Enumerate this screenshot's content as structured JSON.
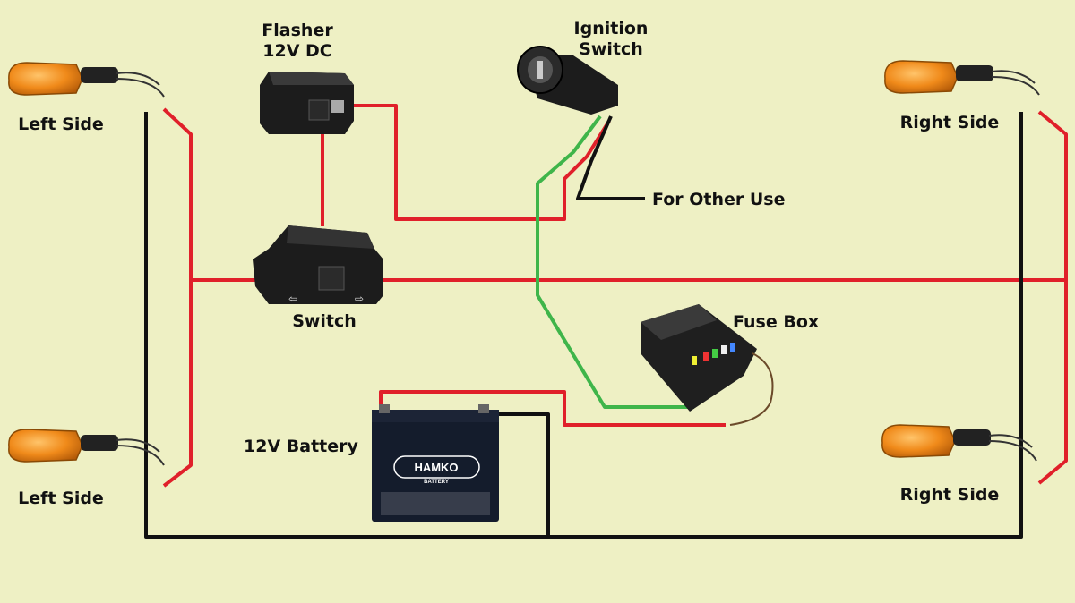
{
  "labels": {
    "flasher_line1": "Flasher",
    "flasher_line2": "12V DC",
    "ignition_line1": "Ignition",
    "ignition_line2": "Switch",
    "for_other_use": "For Other Use",
    "switch": "Switch",
    "fuse_box": "Fuse Box",
    "battery": "12V Battery",
    "left_top": "Left Side",
    "left_bottom": "Left Side",
    "right_top": "Right Side",
    "right_bottom": "Right Side"
  },
  "battery_brand": {
    "brand": "HAMKO",
    "sub": "BATTERY"
  },
  "colors": {
    "background": "#eef0c4",
    "wire_red": "#e0202a",
    "wire_black": "#111111",
    "wire_green": "#3fb54a",
    "indicator_lens": "#f08a1a",
    "component_body": "#1c1c1c"
  },
  "icons": {
    "indicator": "turn-signal-lamp-icon",
    "flasher": "flasher-relay-icon",
    "ignition": "ignition-key-switch-icon",
    "switch": "handlebar-indicator-switch-icon",
    "fuse_box": "fuse-box-icon",
    "battery": "battery-icon"
  }
}
